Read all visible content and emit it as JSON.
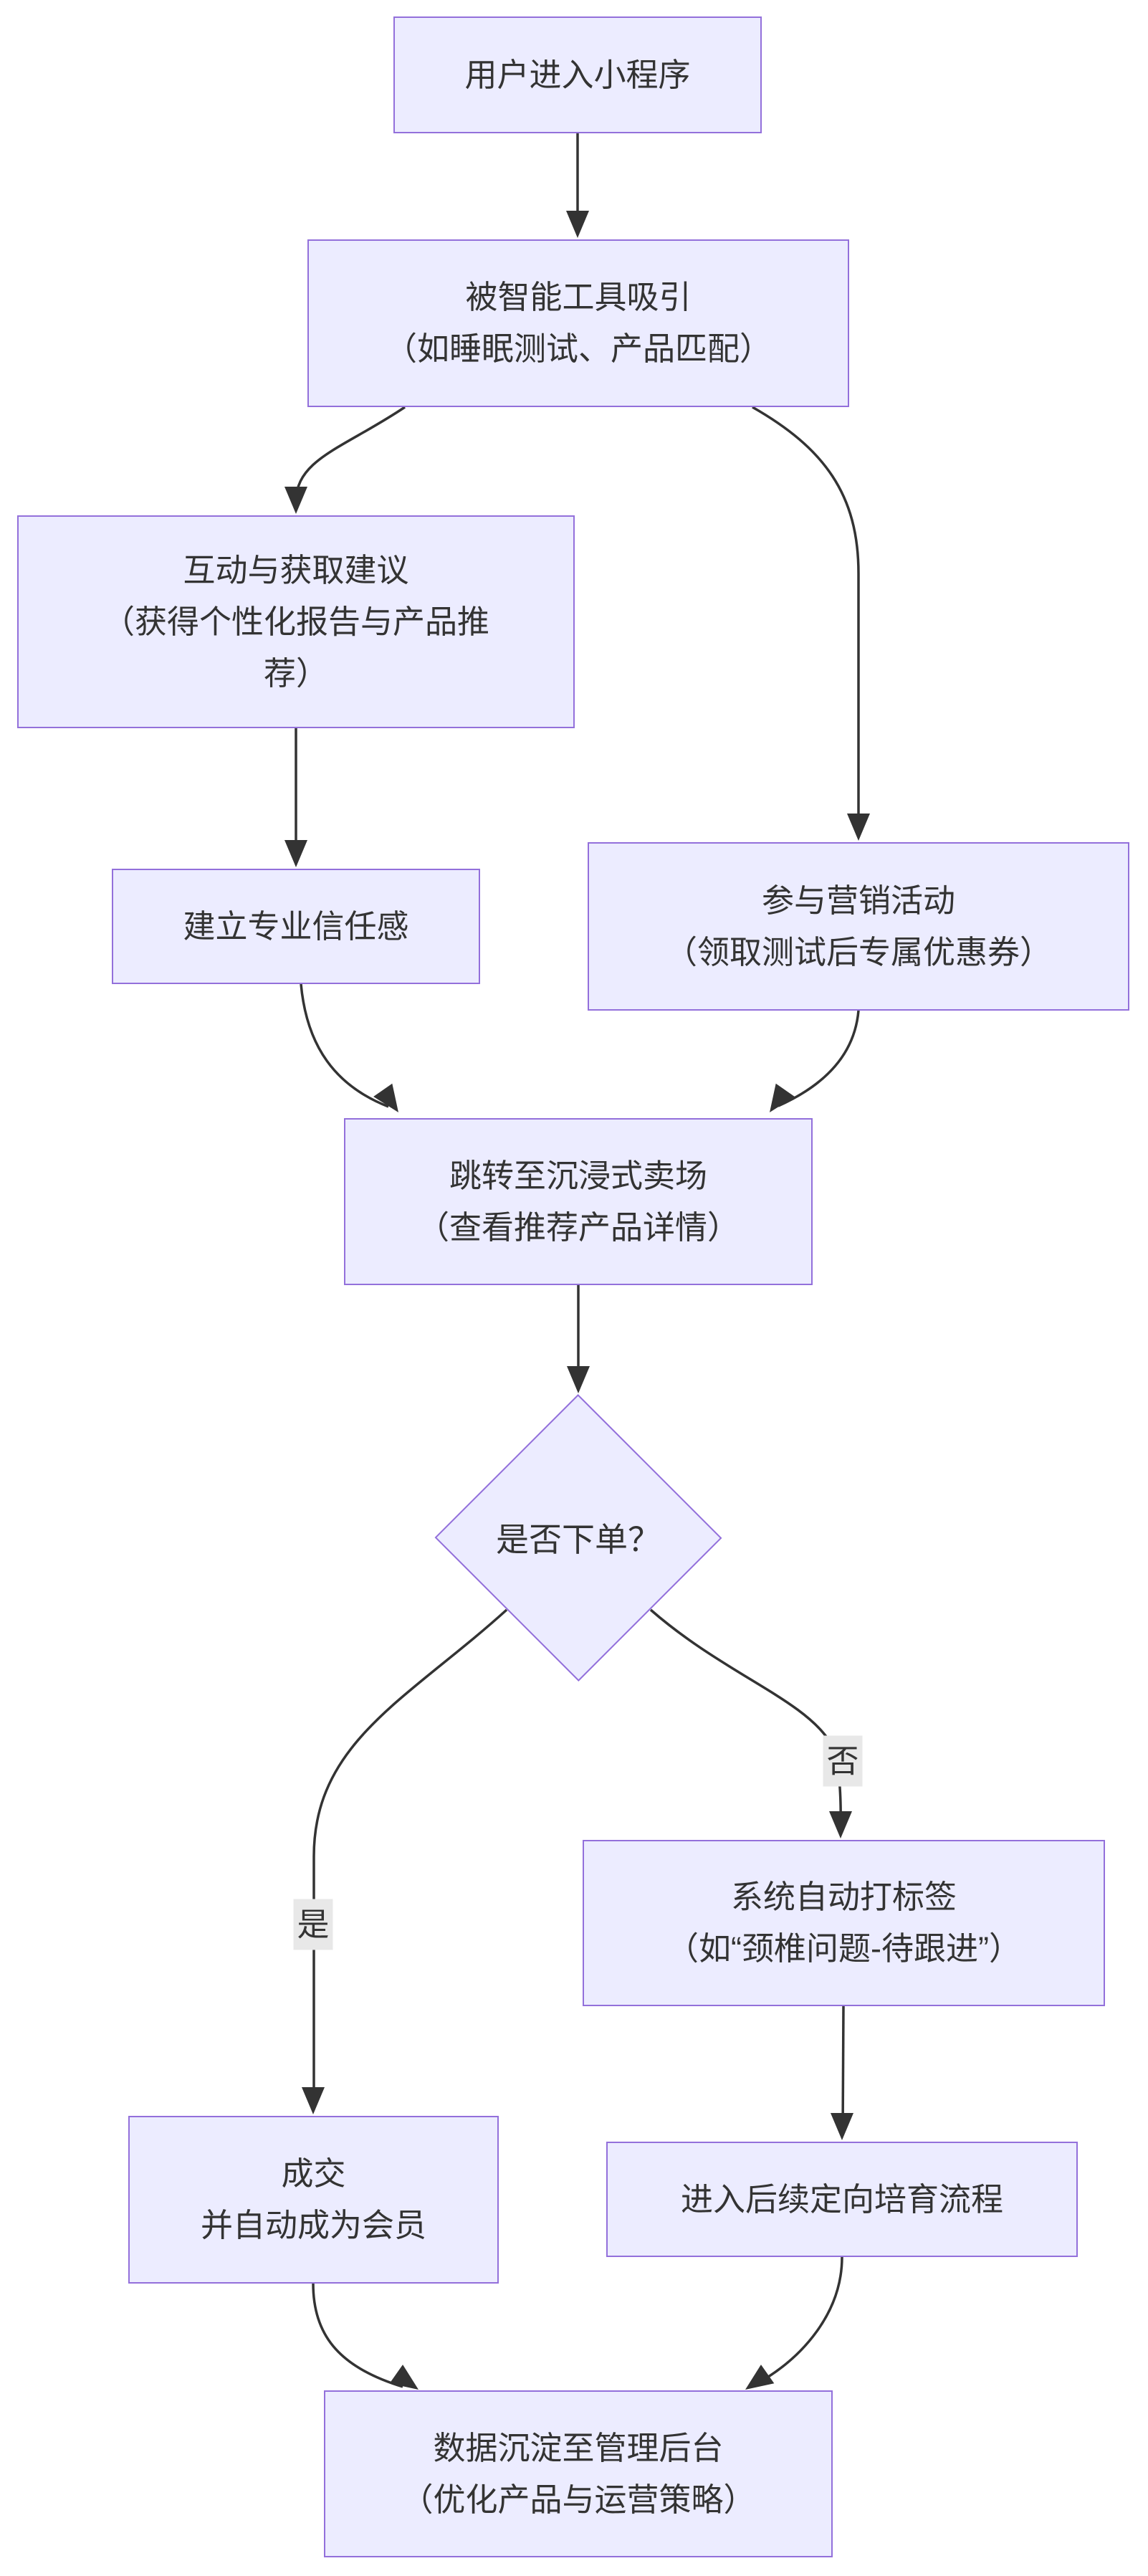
{
  "diagram": {
    "type": "flowchart",
    "background_color": "#ffffff",
    "node_fill_color": "#ECECFF",
    "node_border_color": "#9370DB",
    "edge_color": "#333333",
    "edge_label_bg_color": "#e8e8e8",
    "text_color": "#333333",
    "nodes": {
      "enter": {
        "lines": [
          "用户进入小程序"
        ]
      },
      "attract": {
        "lines": [
          "被智能工具吸引",
          "（如睡眠测试、产品匹配）"
        ]
      },
      "interact": {
        "lines": [
          "互动与获取建议",
          "（获得个性化报告与产品推",
          "荐）"
        ]
      },
      "trust": {
        "lines": [
          "建立专业信任感"
        ]
      },
      "marketing": {
        "lines": [
          "参与营销活动",
          "（领取测试后专属优惠券）"
        ]
      },
      "store": {
        "lines": [
          "跳转至沉浸式卖场",
          "（查看推荐产品详情）"
        ]
      },
      "decision": {
        "lines": [
          "是否下单？"
        ]
      },
      "tagging": {
        "lines": [
          "系统自动打标签",
          "（如“颈椎问题-待跟进”）"
        ]
      },
      "deal": {
        "lines": [
          "成交",
          "并自动成为会员"
        ]
      },
      "nurture": {
        "lines": [
          "进入后续定向培育流程"
        ]
      },
      "backend": {
        "lines": [
          "数据沉淀至管理后台",
          "（优化产品与运营策略）"
        ]
      }
    },
    "edge_labels": {
      "yes": "是",
      "no": "否"
    }
  }
}
